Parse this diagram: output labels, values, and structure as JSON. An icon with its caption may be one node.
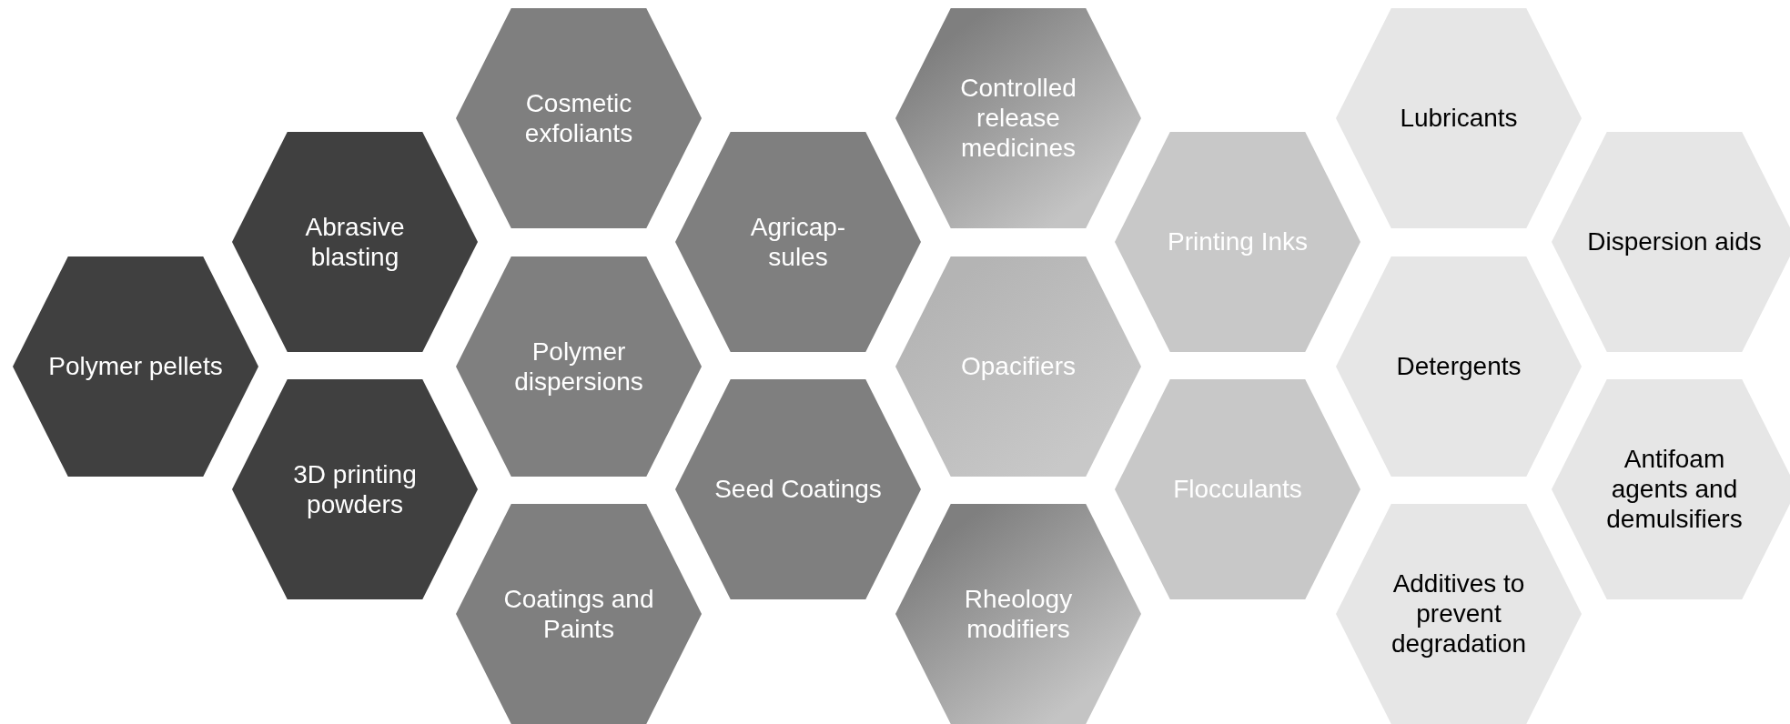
{
  "diagram": {
    "nodes": [
      {
        "text": [
          "Polymer pellets"
        ]
      },
      {
        "text": [
          "Abrasive blasting"
        ]
      },
      {
        "text": [
          "3D printing powders"
        ]
      },
      {
        "text": [
          "Cosmetic exfoliants"
        ]
      },
      {
        "text": [
          "Polymer dispersions"
        ]
      },
      {
        "text": [
          "Coatings and Paints"
        ]
      },
      {
        "text": [
          "Agricap-sules"
        ]
      },
      {
        "text": [
          "Seed Coatings"
        ]
      },
      {
        "text": [
          "Controlled release medicines"
        ]
      },
      {
        "text": [
          "Opacifiers"
        ]
      },
      {
        "text": [
          "Rheology modifiers"
        ]
      },
      {
        "text": [
          "Printing Inks"
        ]
      },
      {
        "text": [
          "Flocculants"
        ]
      },
      {
        "text": [
          "Lubricants"
        ]
      },
      {
        "text": [
          "Detergents"
        ]
      },
      {
        "text": [
          "Additives to prevent degradation"
        ]
      },
      {
        "text": [
          "Dispersion aids"
        ]
      },
      {
        "text": [
          "Antifoam agents and demulsifiers"
        ]
      }
    ]
  }
}
